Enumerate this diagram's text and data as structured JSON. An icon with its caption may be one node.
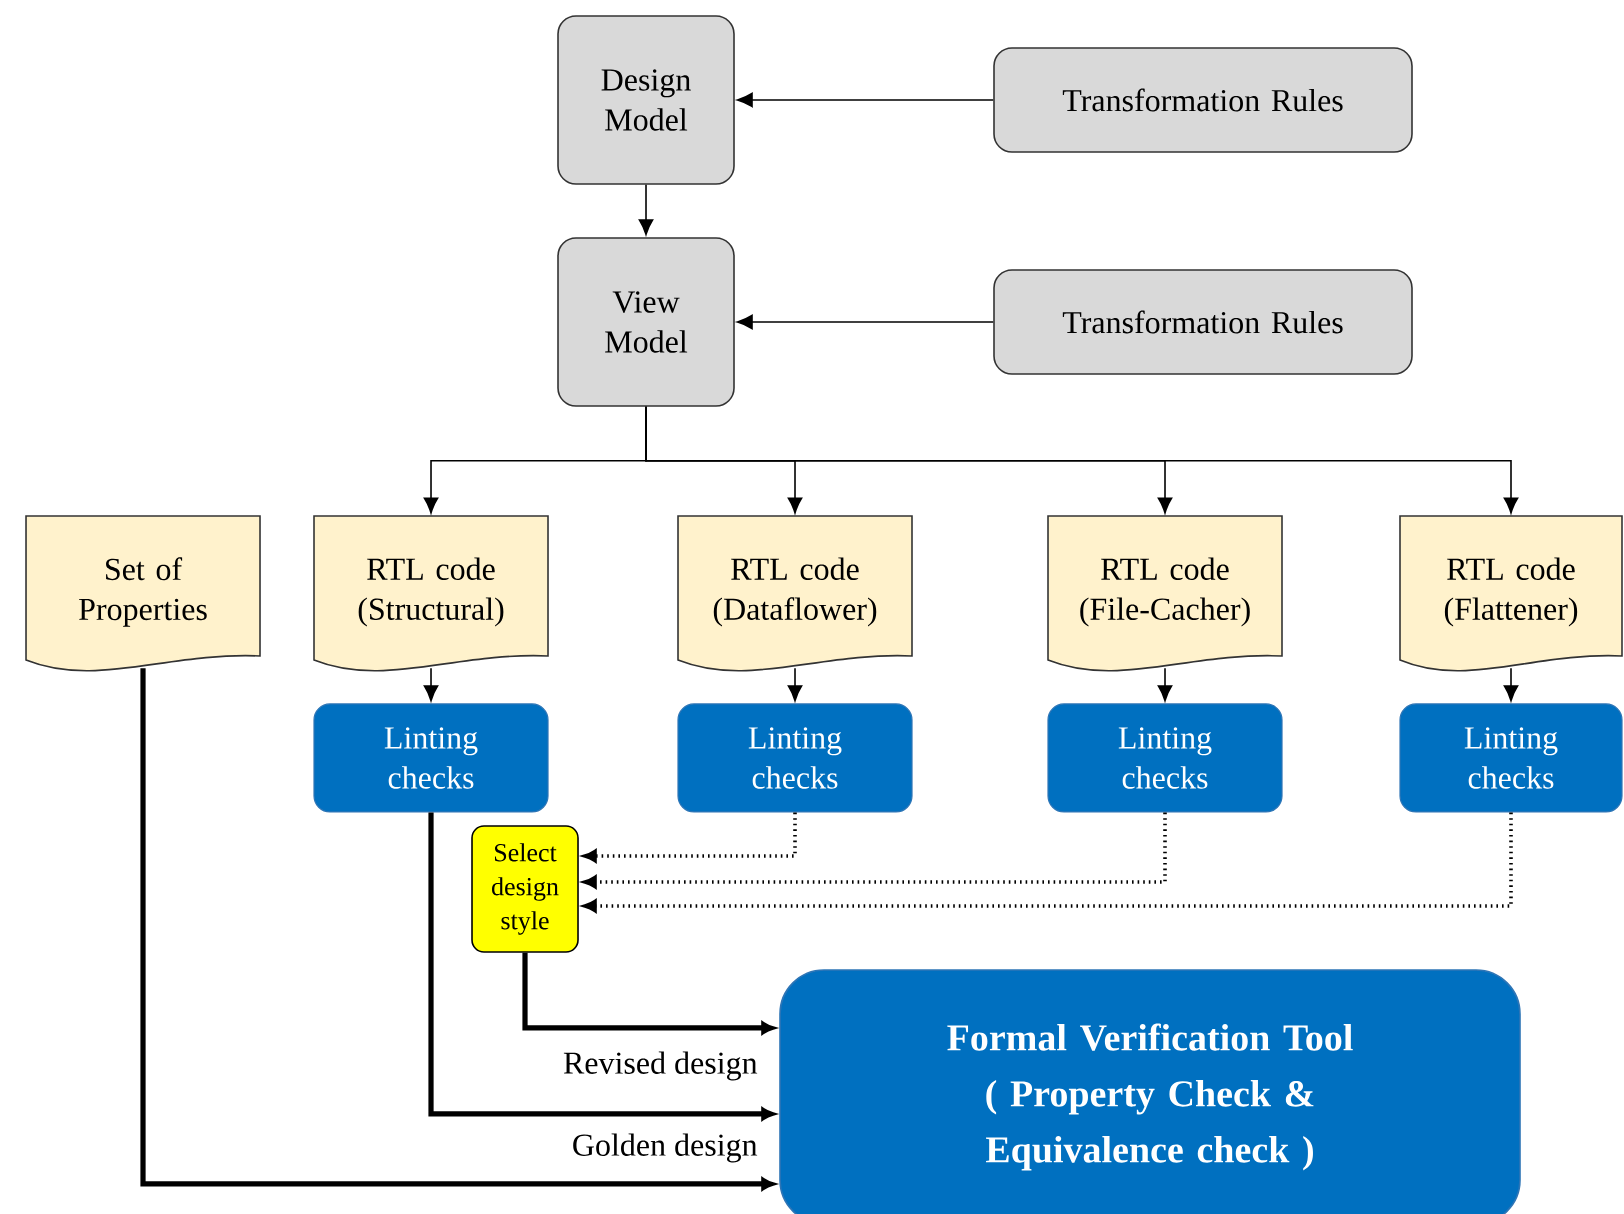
{
  "diagram": {
    "nodes": [
      {
        "text": [
          "Design Model"
        ]
      },
      {
        "text": [
          "Transformation Rules"
        ]
      },
      {
        "text": [
          "View Model"
        ]
      },
      {
        "text": [
          "Transformation Rules"
        ]
      },
      {
        "text": [
          "Set of Properties"
        ]
      },
      {
        "text": [
          "RTL code (Structural)"
        ]
      },
      {
        "text": [
          "RTL code (Dataflower)"
        ]
      },
      {
        "text": [
          "RTL code (File-Cacher)"
        ]
      },
      {
        "text": [
          "RTL code (Flattener)"
        ]
      },
      {
        "text": [
          "Linting checks"
        ]
      },
      {
        "text": [
          "Linting checks"
        ]
      },
      {
        "text": [
          "Linting checks"
        ]
      },
      {
        "text": [
          "Linting checks"
        ]
      },
      {
        "text": [
          "Select design style"
        ]
      },
      {
        "text": [
          "Formal Verification Tool",
          "( Property Check & Equivalence check )"
        ]
      }
    ],
    "edges": [
      {
        "from": 1,
        "to": 0,
        "arrow": "to"
      },
      {
        "from": 3,
        "to": 2,
        "arrow": "to"
      },
      {
        "from": 0,
        "to": 2,
        "arrow": "to"
      },
      {
        "from": 2,
        "to": 5,
        "arrow": "to"
      },
      {
        "from": 2,
        "to": 6,
        "arrow": "to"
      },
      {
        "from": 2,
        "to": 7,
        "arrow": "to"
      },
      {
        "from": 2,
        "to": 8,
        "arrow": "to"
      },
      {
        "from": 5,
        "to": 9,
        "arrow": "to"
      },
      {
        "from": 6,
        "to": 10,
        "arrow": "to"
      },
      {
        "from": 7,
        "to": 11,
        "arrow": "to"
      },
      {
        "from": 8,
        "to": 12,
        "arrow": "to"
      },
      {
        "from": 10,
        "to": 13,
        "arrow": "to",
        "style": "dashed"
      },
      {
        "from": 11,
        "to": 13,
        "arrow": "to",
        "style": "dashed"
      },
      {
        "from": 12,
        "to": 13,
        "arrow": "to",
        "style": "dashed"
      },
      {
        "from": 13,
        "to": 14,
        "arrow": "to",
        "style": "thick",
        "label": "Revised design"
      },
      {
        "from": 9,
        "to": 14,
        "arrow": "to",
        "style": "thick",
        "label": "Golden design"
      },
      {
        "from": 4,
        "to": 14,
        "arrow": "to",
        "style": "thick"
      }
    ]
  }
}
